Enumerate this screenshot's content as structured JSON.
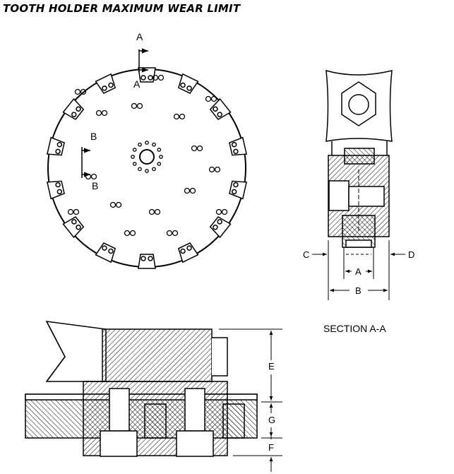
{
  "title": "TOOTH HOLDER MAXIMUM WEAR LIMIT",
  "section_caption": "SECTION A-A",
  "labels": {
    "section_a_top": "A",
    "section_a_inner": "A",
    "section_b_outer": "B",
    "section_b_inner": "B",
    "dim_c": "C",
    "dim_d": "D",
    "dim_a": "A",
    "dim_b": "B",
    "dim_e": "E",
    "dim_g": "G",
    "dim_f": "F"
  }
}
